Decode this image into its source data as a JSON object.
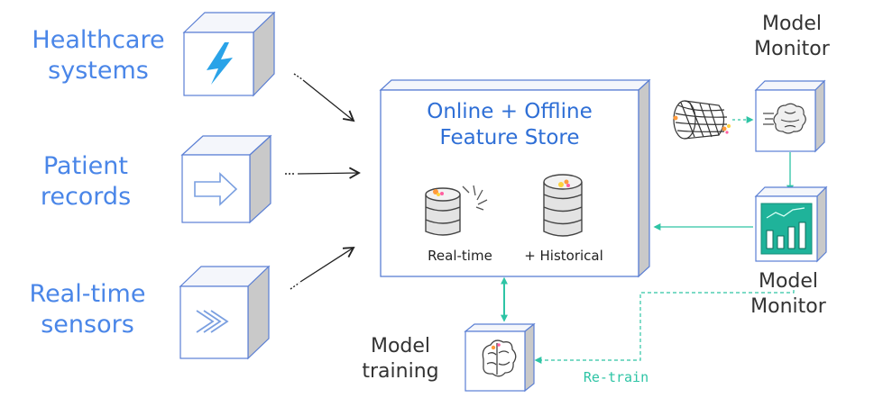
{
  "sources": [
    {
      "line1": "Healthcare",
      "line2": "systems",
      "icon": "lightning-icon"
    },
    {
      "line1": "Patient",
      "line2": "records",
      "icon": "arrow-right-icon"
    },
    {
      "line1": "Real-time",
      "line2": "sensors",
      "icon": "chevrons-right-icon"
    }
  ],
  "feature_store": {
    "title_line1": "Online + Offline",
    "title_line2": "Feature Store",
    "realtime_label": "Real-time",
    "historical_label": "+ Historical"
  },
  "model_monitor_top": {
    "line1": "Model",
    "line2": "Monitor"
  },
  "model_monitor_bottom": {
    "line1": "Model",
    "line2": "Monitor"
  },
  "model_training": {
    "line1": "Model",
    "line2": "training"
  },
  "retrain_label": "Re-train",
  "colors": {
    "source_text": "#4a86e8",
    "store_title": "#2f6fd6",
    "box_border": "#5b7fd4",
    "cube_side": "#c9c9c9",
    "teal": "#2ec4a5"
  }
}
